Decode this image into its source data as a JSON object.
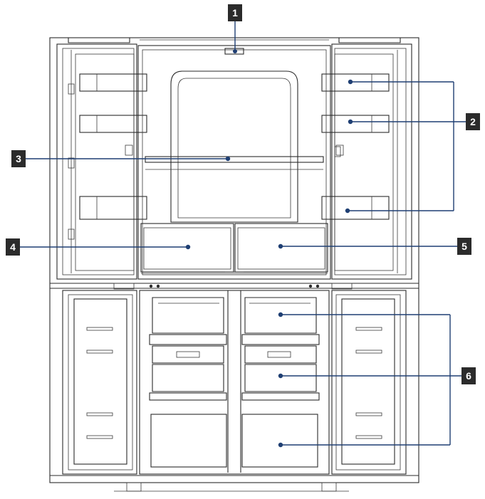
{
  "callouts": [
    {
      "id": "1",
      "label": "1"
    },
    {
      "id": "2",
      "label": "2"
    },
    {
      "id": "3",
      "label": "3"
    },
    {
      "id": "4",
      "label": "4"
    },
    {
      "id": "5",
      "label": "5"
    },
    {
      "id": "6",
      "label": "6"
    }
  ],
  "colors": {
    "leader": "#1f3f73",
    "badge": "#2b2b2b",
    "line": "#2a2a2a"
  }
}
